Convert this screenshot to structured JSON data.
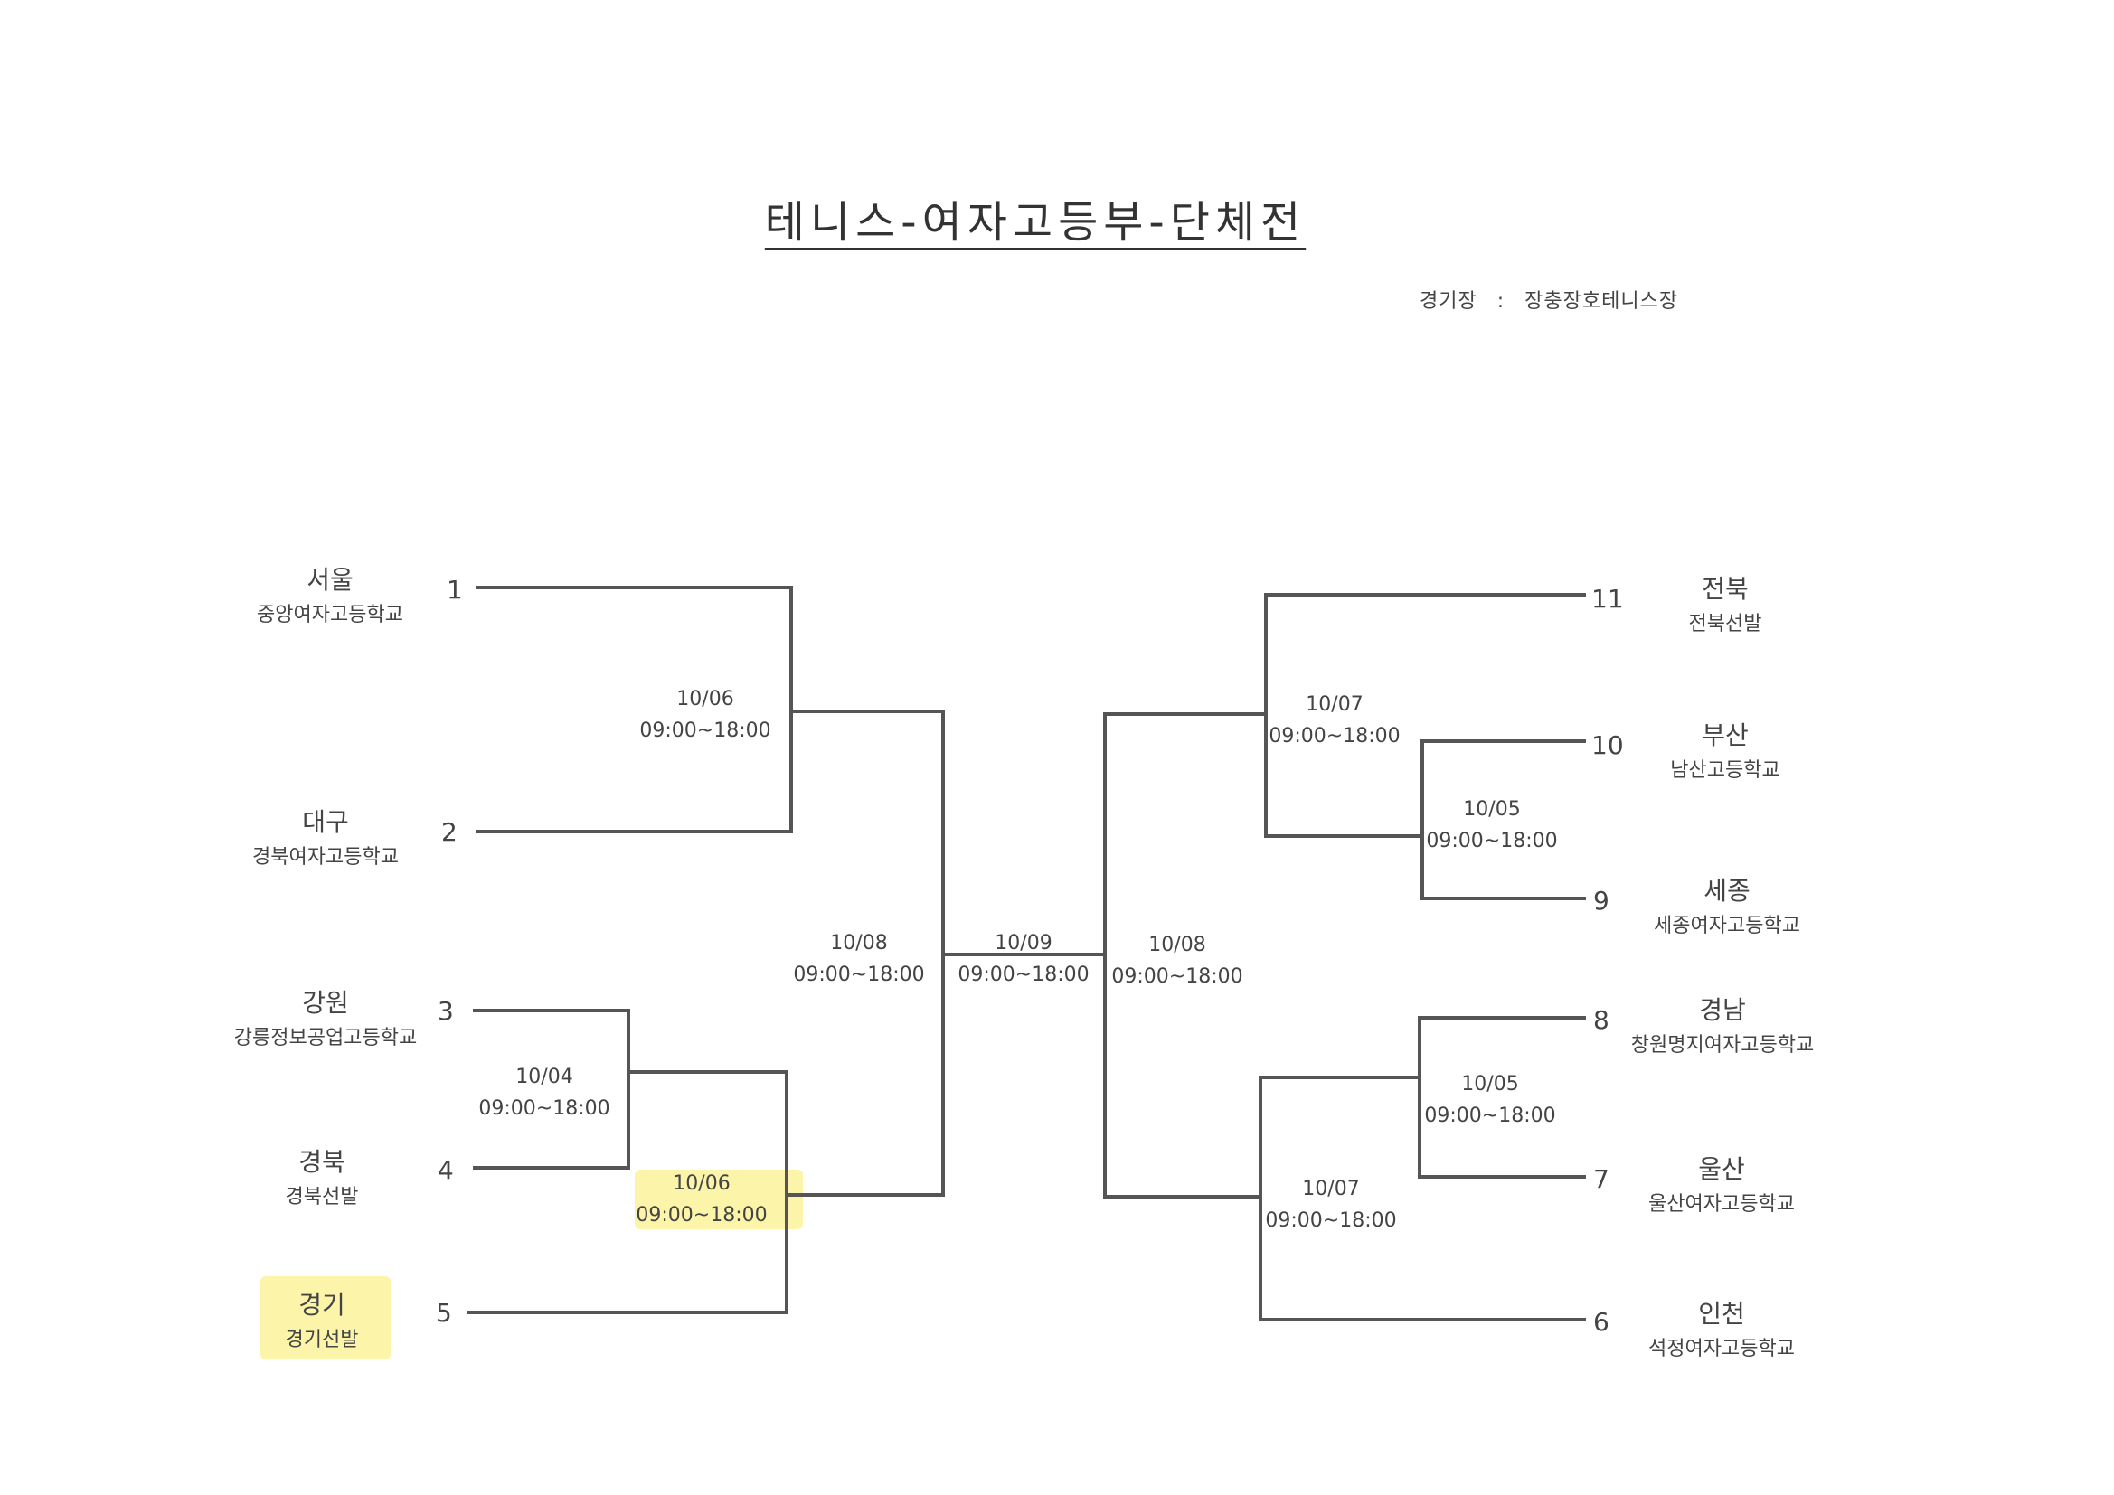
{
  "header": {
    "title": "테니스-여자고등부-단체전",
    "venue_label": "경기장",
    "venue_sep": ":",
    "venue_name": "장충장호테니스장"
  },
  "colors": {
    "line": "#555555",
    "highlight": "#fbf39a"
  },
  "teams": [
    {
      "seed": "1",
      "region": "서울",
      "school": "중앙여자고등학교"
    },
    {
      "seed": "2",
      "region": "대구",
      "school": "경북여자고등학교"
    },
    {
      "seed": "3",
      "region": "강원",
      "school": "강릉정보공업고등학교"
    },
    {
      "seed": "4",
      "region": "경북",
      "school": "경북선발"
    },
    {
      "seed": "5",
      "region": "경기",
      "school": "경기선발"
    },
    {
      "seed": "6",
      "region": "인천",
      "school": "석정여자고등학교"
    },
    {
      "seed": "7",
      "region": "울산",
      "school": "울산여자고등학교"
    },
    {
      "seed": "8",
      "region": "경남",
      "school": "창원명지여자고등학교"
    },
    {
      "seed": "9",
      "region": "세종",
      "school": "세종여자고등학교"
    },
    {
      "seed": "10",
      "region": "부산",
      "school": "남산고등학교"
    },
    {
      "seed": "11",
      "region": "전북",
      "school": "전북선발"
    }
  ],
  "matches": [
    {
      "date": "10/06",
      "time": "09:00~18:00"
    },
    {
      "date": "10/04",
      "time": "09:00~18:00"
    },
    {
      "date": "10/06",
      "time": "09:00~18:00"
    },
    {
      "date": "10/08",
      "time": "09:00~18:00"
    },
    {
      "date": "10/09",
      "time": "09:00~18:00"
    },
    {
      "date": "10/08",
      "time": "09:00~18:00"
    },
    {
      "date": "10/07",
      "time": "09:00~18:00"
    },
    {
      "date": "10/05",
      "time": "09:00~18:00"
    },
    {
      "date": "10/05",
      "time": "09:00~18:00"
    },
    {
      "date": "10/07",
      "time": "09:00~18:00"
    }
  ]
}
